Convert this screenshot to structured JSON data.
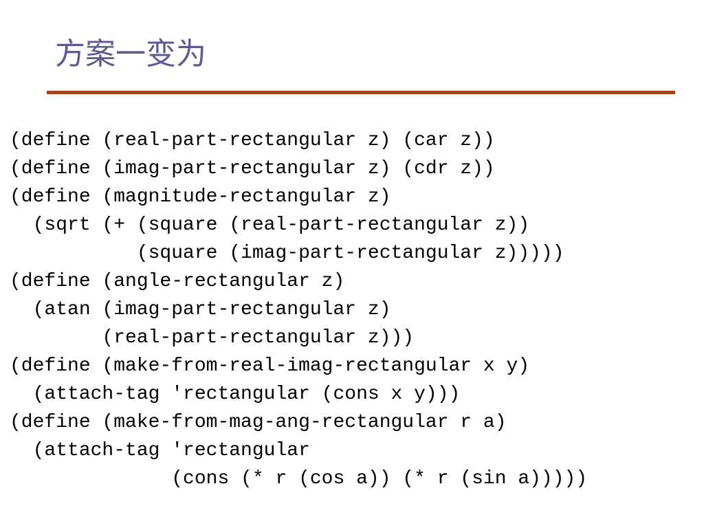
{
  "slide": {
    "title": "方案一变为",
    "colors": {
      "title": "#5b5b94",
      "rule": "#a8421c",
      "code": "#000000",
      "background": "#ffffff"
    },
    "code_lines": [
      "(define (real-part-rectangular z) (car z))",
      "(define (imag-part-rectangular z) (cdr z))",
      "(define (magnitude-rectangular z)",
      "  (sqrt (+ (square (real-part-rectangular z))",
      "           (square (imag-part-rectangular z)))))",
      "(define (angle-rectangular z)",
      "  (atan (imag-part-rectangular z)",
      "        (real-part-rectangular z)))",
      "(define (make-from-real-imag-rectangular x y)",
      "  (attach-tag 'rectangular (cons x y)))",
      "(define (make-from-mag-ang-rectangular r a)",
      "  (attach-tag 'rectangular",
      "              (cons (* r (cos a)) (* r (sin a)))))"
    ]
  }
}
